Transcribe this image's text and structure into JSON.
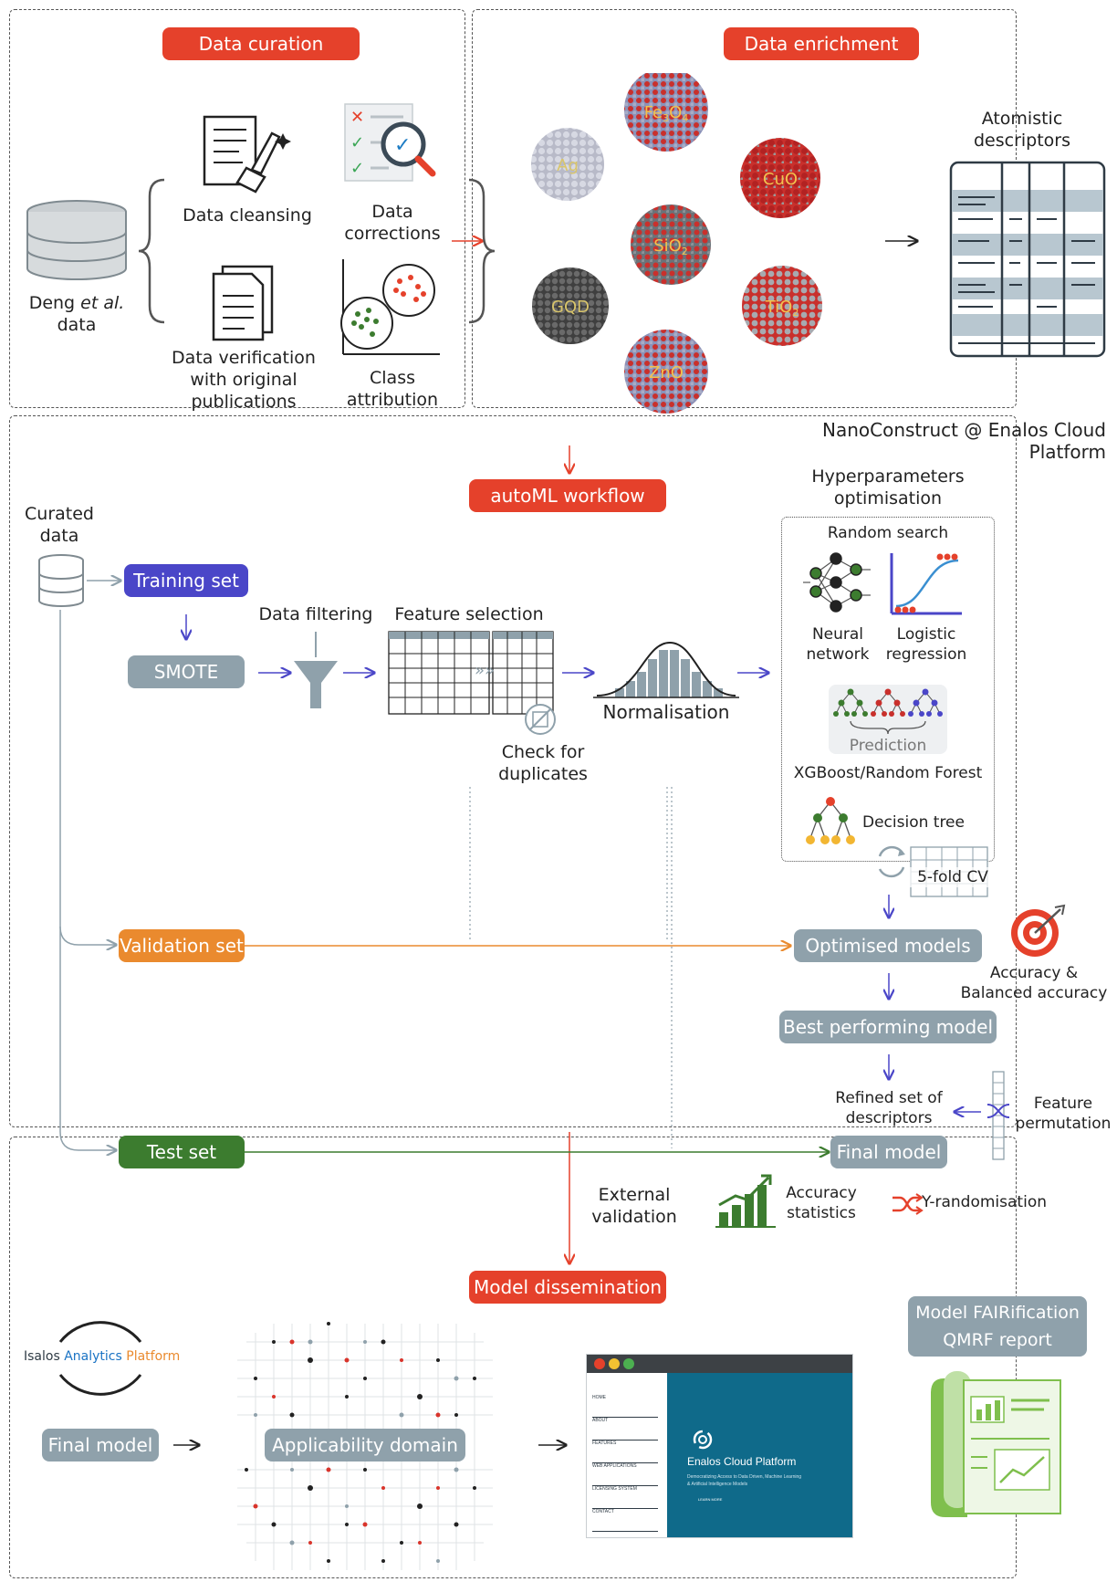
{
  "colors": {
    "accent_red": "#e5412b",
    "pill_grey": "#8fa1ab",
    "training_blue": "#4a46c8",
    "validation_orange": "#ea8a2e",
    "test_green": "#3c7c2f"
  },
  "curation": {
    "title": "Data curation",
    "source_label_prefix": "Deng",
    "source_label_italic": "et al.",
    "source_label_suffix": "data",
    "cleansing": "Data cleansing",
    "corrections_line1": "Data",
    "corrections_line2": "corrections",
    "verification_line1": "Data verification",
    "verification_line2": "with original",
    "verification_line3": "publications",
    "class_line1": "Class",
    "class_line2": "attribution"
  },
  "enrichment": {
    "title": "Data enrichment",
    "particles": {
      "ag": "Ag",
      "fe3o4_base": "Fe",
      "fe3o4_sub1": "3",
      "fe3o4_mid": "O",
      "fe3o4_sub2": "4",
      "cuo": "CuO",
      "sio2_base": "SiO",
      "sio2_sub": "2",
      "gqd": "GQD",
      "tio2_base": "TiO",
      "tio2_sub": "2",
      "zno": "ZnO"
    },
    "descriptors_line1": "Atomistic",
    "descriptors_line2": "descriptors",
    "platform": "NanoConstruct @ Enalos Cloud Platform"
  },
  "automl": {
    "title": "autoML workflow",
    "curated_line1": "Curated",
    "curated_line2": "data",
    "training": "Training set",
    "smote": "SMOTE",
    "filtering": "Data filtering",
    "feature_selection": "Feature selection",
    "check_line1": "Check for",
    "check_line2": "duplicates",
    "normalisation": "Normalisation",
    "hyper_line1": "Hyperparameters",
    "hyper_line2": "optimisation",
    "random_search": "Random search",
    "neural_line1": "Neural",
    "neural_line2": "network",
    "logistic_line1": "Logistic",
    "logistic_line2": "regression",
    "prediction": "Prediction",
    "xgboost": "XGBoost/Random Forest",
    "decision_tree": "Decision tree",
    "cv": "5-fold CV",
    "validation": "Validation set",
    "optimised": "Optimised models",
    "accuracy_line1": "Accuracy &",
    "accuracy_line2": "Balanced accuracy",
    "best_model": "Best performing model",
    "refined_line1": "Refined set of",
    "refined_line2": "descriptors",
    "permutation_line1": "Feature",
    "permutation_line2": "permutation",
    "test": "Test set",
    "final_model": "Final model",
    "external_line1": "External",
    "external_line2": "validation",
    "acc_stats_line1": "Accuracy",
    "acc_stats_line2": "statistics",
    "yrand": "Y-randomisation"
  },
  "dissemination": {
    "title": "Model dissemination",
    "isalos_1": "Isalos",
    "isalos_2": "Analytics",
    "isalos_3": "Platform",
    "final_model": "Final model",
    "applicability": "Applicability domain",
    "site_nav": [
      "HOME",
      "ABOUT",
      "FEATURES",
      "WEB APPLICATIONS",
      "LICENSING SYSTEM",
      "CONTACT"
    ],
    "site_title": "Enalos Cloud Platform",
    "site_sub_line1": "Democratizing Access to Data Driven, Machine Learning",
    "site_sub_line2": "& Artificial Intelligence Models",
    "site_button": "LEARN MORE",
    "fair_line1": "Model FAIRification",
    "fair_line2": "QMRF report"
  }
}
